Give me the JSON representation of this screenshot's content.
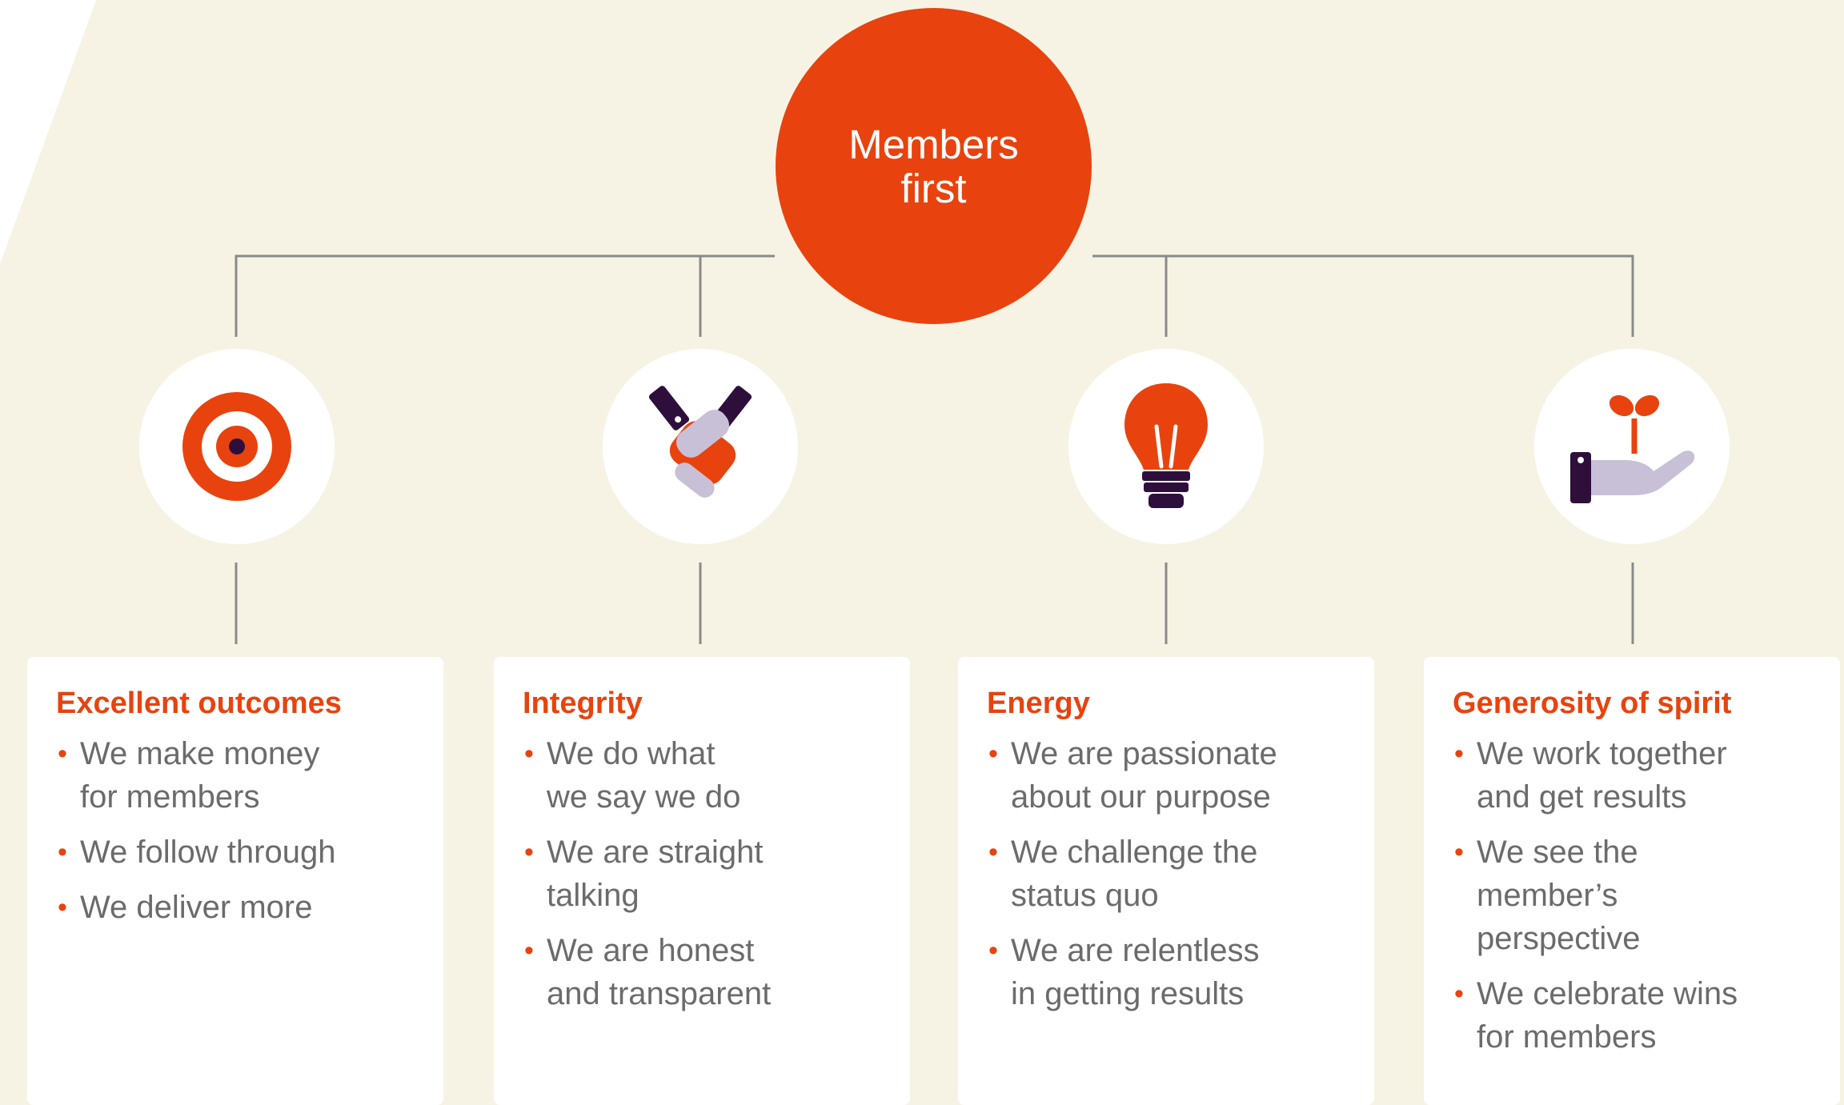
{
  "hub": {
    "title": "Members\nfirst"
  },
  "colors": {
    "background": "#f7f3e4",
    "accent": "#e8430e",
    "dark_purple": "#2e0f3b",
    "lavender": "#c8c0d6",
    "connector": "#8a8a8a",
    "text": "#6b6b6b"
  },
  "values": [
    {
      "icon": "target-icon",
      "title": "Excellent outcomes",
      "items": [
        "We make money\nfor members",
        "We follow through",
        "We deliver more"
      ]
    },
    {
      "icon": "handshake-icon",
      "title": "Integrity",
      "items": [
        "We do what\nwe say we do",
        "We are straight\ntalking",
        "We are honest\nand transparent"
      ]
    },
    {
      "icon": "lightbulb-icon",
      "title": "Energy",
      "items": [
        "We are passionate\nabout our purpose",
        "We challenge the\nstatus quo",
        "We are relentless\nin getting results"
      ]
    },
    {
      "icon": "hand-seedling-icon",
      "title": "Generosity of spirit",
      "items": [
        "We work together\nand get results",
        "We see the\nmember’s\nperspective",
        "We celebrate wins\nfor members"
      ]
    }
  ]
}
